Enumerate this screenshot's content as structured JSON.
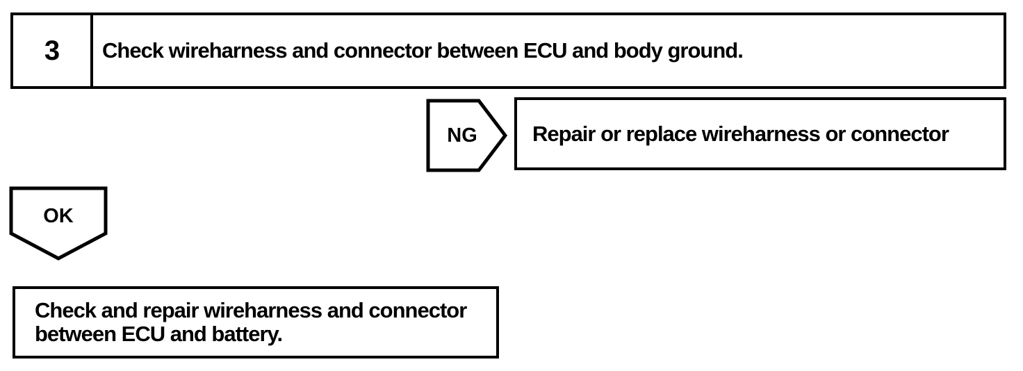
{
  "flowchart": {
    "step": {
      "number": "3",
      "instruction": "Check wireharness and connector between ECU and body ground."
    },
    "ng_branch": {
      "label": "NG",
      "action": "Repair or replace wireharness or connector"
    },
    "ok_branch": {
      "label": "OK",
      "action_line1": "Check and repair wireharness and connector",
      "action_line2": "between ECU and battery."
    },
    "colors": {
      "ink": "#000000",
      "paper": "#ffffff"
    }
  }
}
